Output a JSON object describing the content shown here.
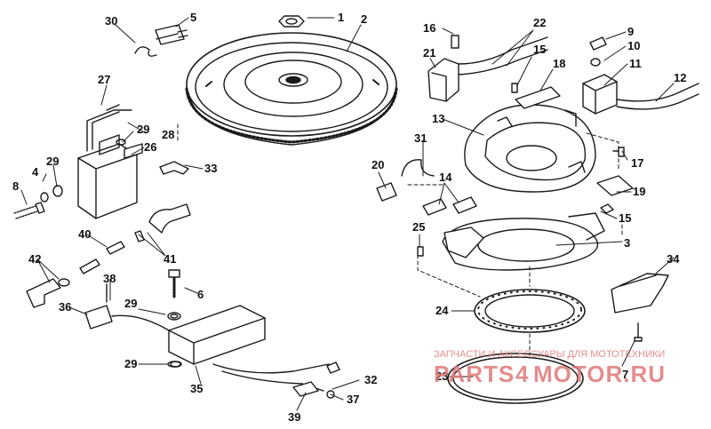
{
  "callouts": [
    "1",
    "2",
    "3",
    "4",
    "5",
    "6",
    "7",
    "8",
    "9",
    "10",
    "11",
    "12",
    "13",
    "14",
    "15",
    "15",
    "16",
    "17",
    "18",
    "19",
    "20",
    "21",
    "22",
    "23",
    "24",
    "25",
    "26",
    "27",
    "28",
    "29",
    "29",
    "29",
    "29",
    "30",
    "31",
    "32",
    "33",
    "34",
    "35",
    "36",
    "37",
    "38",
    "39",
    "40",
    "41",
    "42"
  ],
  "watermark": {
    "tagline": "ЗАПЧАСТИ И АКСЕССУАРЫ ДЛЯ МОТОТЕХНИКИ",
    "brand_left": "PARTS",
    "brand_mid": "4",
    "brand_right": "MOTOR.RU",
    "color": "#e07a78"
  },
  "colors": {
    "line": "#1a1a1a",
    "paper": "#ffffff"
  }
}
